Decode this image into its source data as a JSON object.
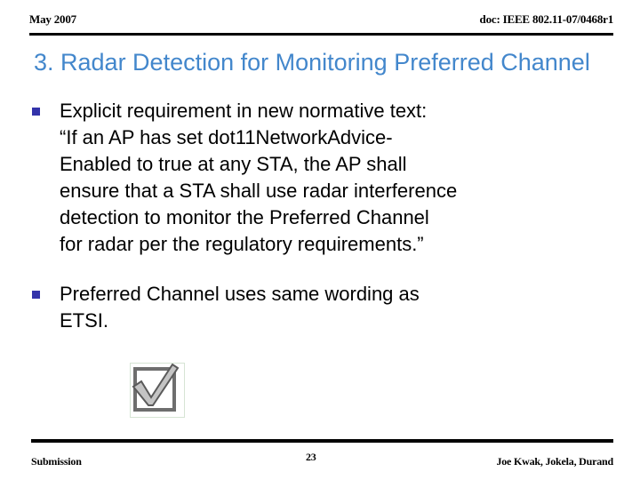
{
  "header": {
    "date": "May 2007",
    "doc_id": "doc: IEEE 802.11-07/0468r1"
  },
  "title": "3. Radar Detection for Monitoring Preferred Channel",
  "body": {
    "bullets": [
      {
        "marker": "square-bullet",
        "text": "Explicit requirement in new normative text:",
        "quote": "“If an AP has set dot11NetworkAdvice-\nEnabled to true at any STA, the AP shall\nensure that a STA shall use radar interference\ndetection to monitor the Preferred Channel\nfor radar per the regulatory requirements.”"
      },
      {
        "marker": "square-bullet",
        "text": "Preferred Channel uses same wording as\nETSI."
      }
    ]
  },
  "graphic": {
    "name": "checkbox-checkmark-image",
    "description": "checked checkbox"
  },
  "footer": {
    "left": "Submission",
    "page_number": "23",
    "right": "Joe Kwak, Jokela, Durand"
  },
  "colors": {
    "title_blue": "#4387CC",
    "bullet_navy": "#3333AA",
    "rule_black": "#000000",
    "background": "#FFFFFF",
    "check_gray_dark": "#6E6E6E",
    "check_gray_light": "#C8C8C8"
  }
}
